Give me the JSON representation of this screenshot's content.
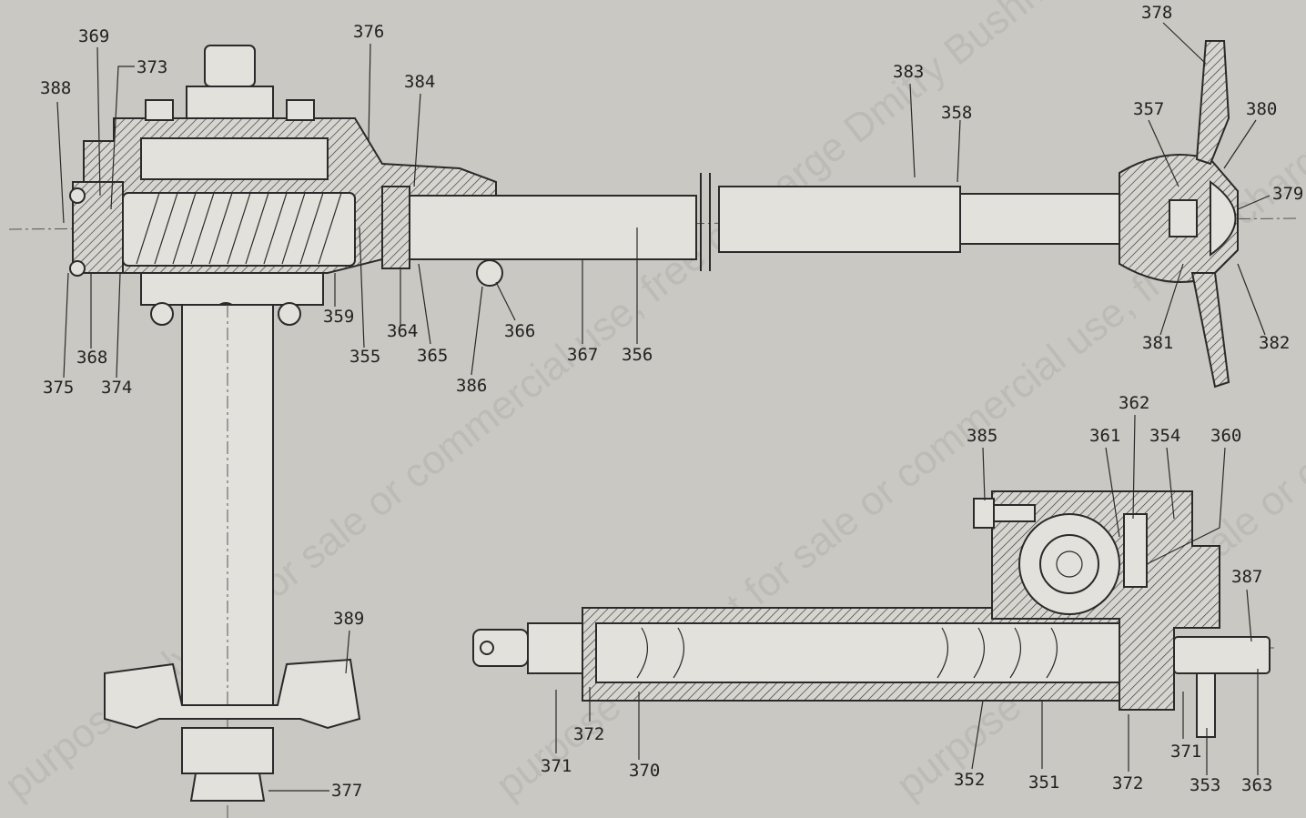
{
  "labels": {
    "l388": "388",
    "l369": "369",
    "l373": "373",
    "l376": "376",
    "l384": "384",
    "l383": "383",
    "l358": "358",
    "l378": "378",
    "l357": "357",
    "l380": "380",
    "l379": "379",
    "l359": "359",
    "l364": "364",
    "l365": "365",
    "l366": "366",
    "l367": "367",
    "l356": "356",
    "l355": "355",
    "l368": "368",
    "l375": "375",
    "l374": "374",
    "l386": "386",
    "l381": "381",
    "l382": "382",
    "l362": "362",
    "l385": "385",
    "l361": "361",
    "l354": "354",
    "l360": "360",
    "l387": "387",
    "l389": "389",
    "l372a": "372",
    "l371a": "371",
    "l370": "370",
    "l352": "352",
    "l351": "351",
    "l372b": "372",
    "l371b": "371",
    "l353": "353",
    "l363": "363",
    "l377": "377"
  },
  "watermark": "purpose only, not for sale or commercial use, free of charge Dmitry Bushmanov",
  "colors": {
    "paper": "#c9c8c2",
    "ink": "#2a2a2a"
  }
}
